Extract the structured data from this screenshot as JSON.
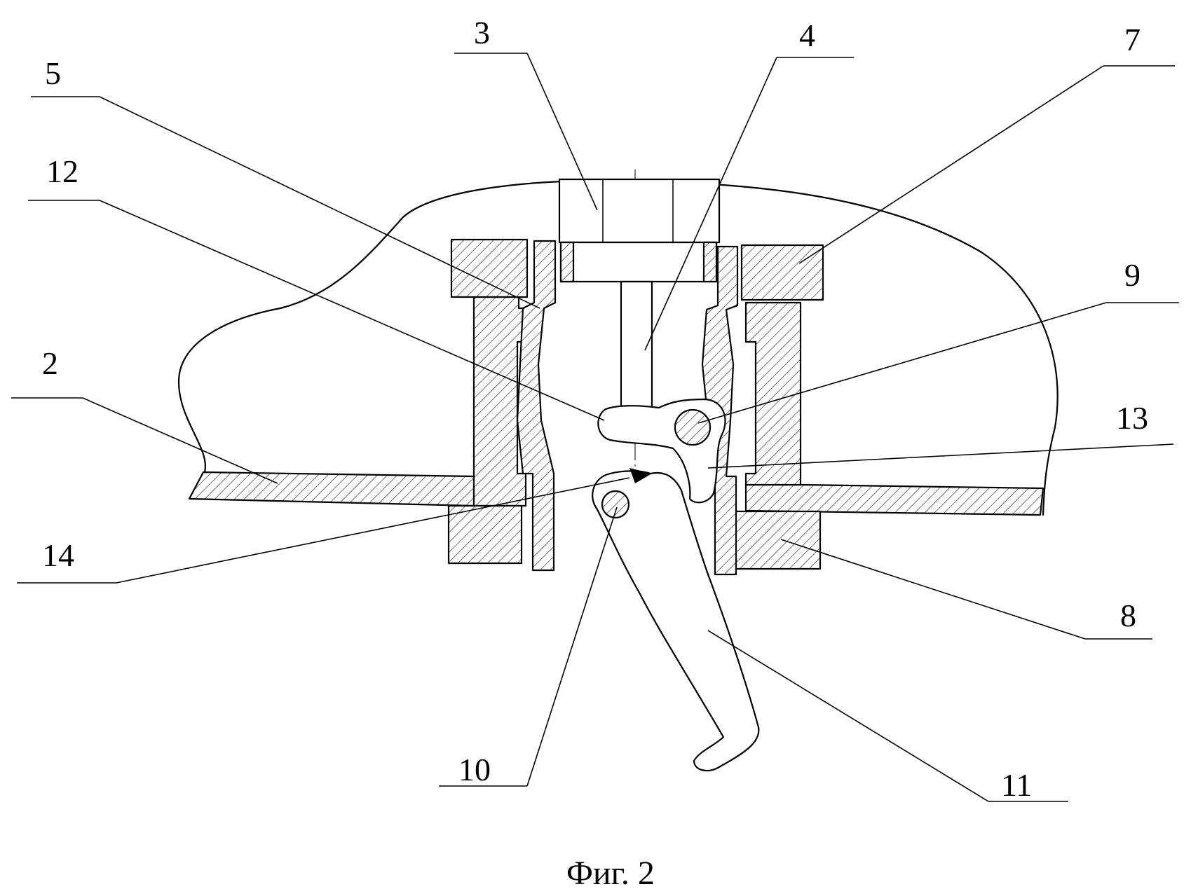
{
  "figure": {
    "caption": "Фиг. 2",
    "labels": {
      "l2": "2",
      "l3": "3",
      "l4": "4",
      "l5": "5",
      "l7": "7",
      "l8": "8",
      "l9": "9",
      "l10": "10",
      "l11": "11",
      "l12": "12",
      "l13": "13",
      "l14": "14"
    }
  }
}
